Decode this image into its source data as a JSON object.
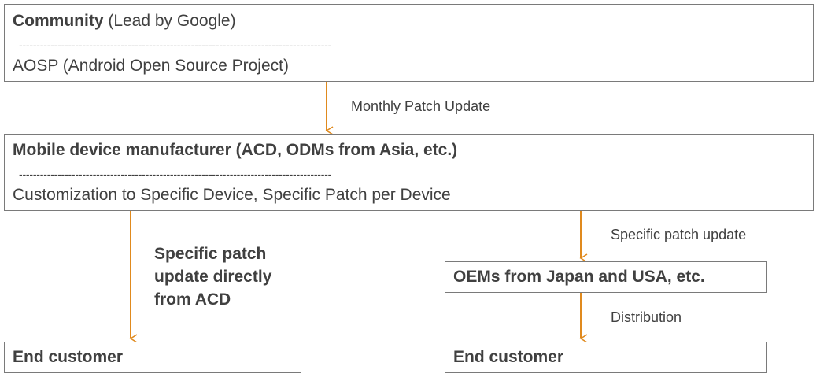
{
  "community_box": {
    "title_bold": "Community",
    "title_normal": " (Lead by Google)",
    "divider": "-----------------------------------------------------------------------------------------",
    "subtitle": "AOSP (Android Open Source Project)"
  },
  "manufacturer_box": {
    "title": "Mobile device manufacturer (ACD, ODMs from Asia, etc.)",
    "divider": "-----------------------------------------------------------------------------------------",
    "subtitle": "Customization to Specific Device, Specific Patch per Device"
  },
  "oem_box": {
    "title": "OEMs from Japan and USA, etc."
  },
  "end_customer_left": {
    "title": "End customer"
  },
  "end_customer_right": {
    "title": "End customer"
  },
  "edge_labels": {
    "monthly": "Monthly Patch Update",
    "specific": "Specific patch update",
    "distribution": "Distribution",
    "direct_lines": [
      "Specific patch",
      "update directly",
      "from ACD"
    ]
  },
  "colors": {
    "arrow": "#e08a1e",
    "border": "#7a7a7a",
    "text": "#404040"
  }
}
